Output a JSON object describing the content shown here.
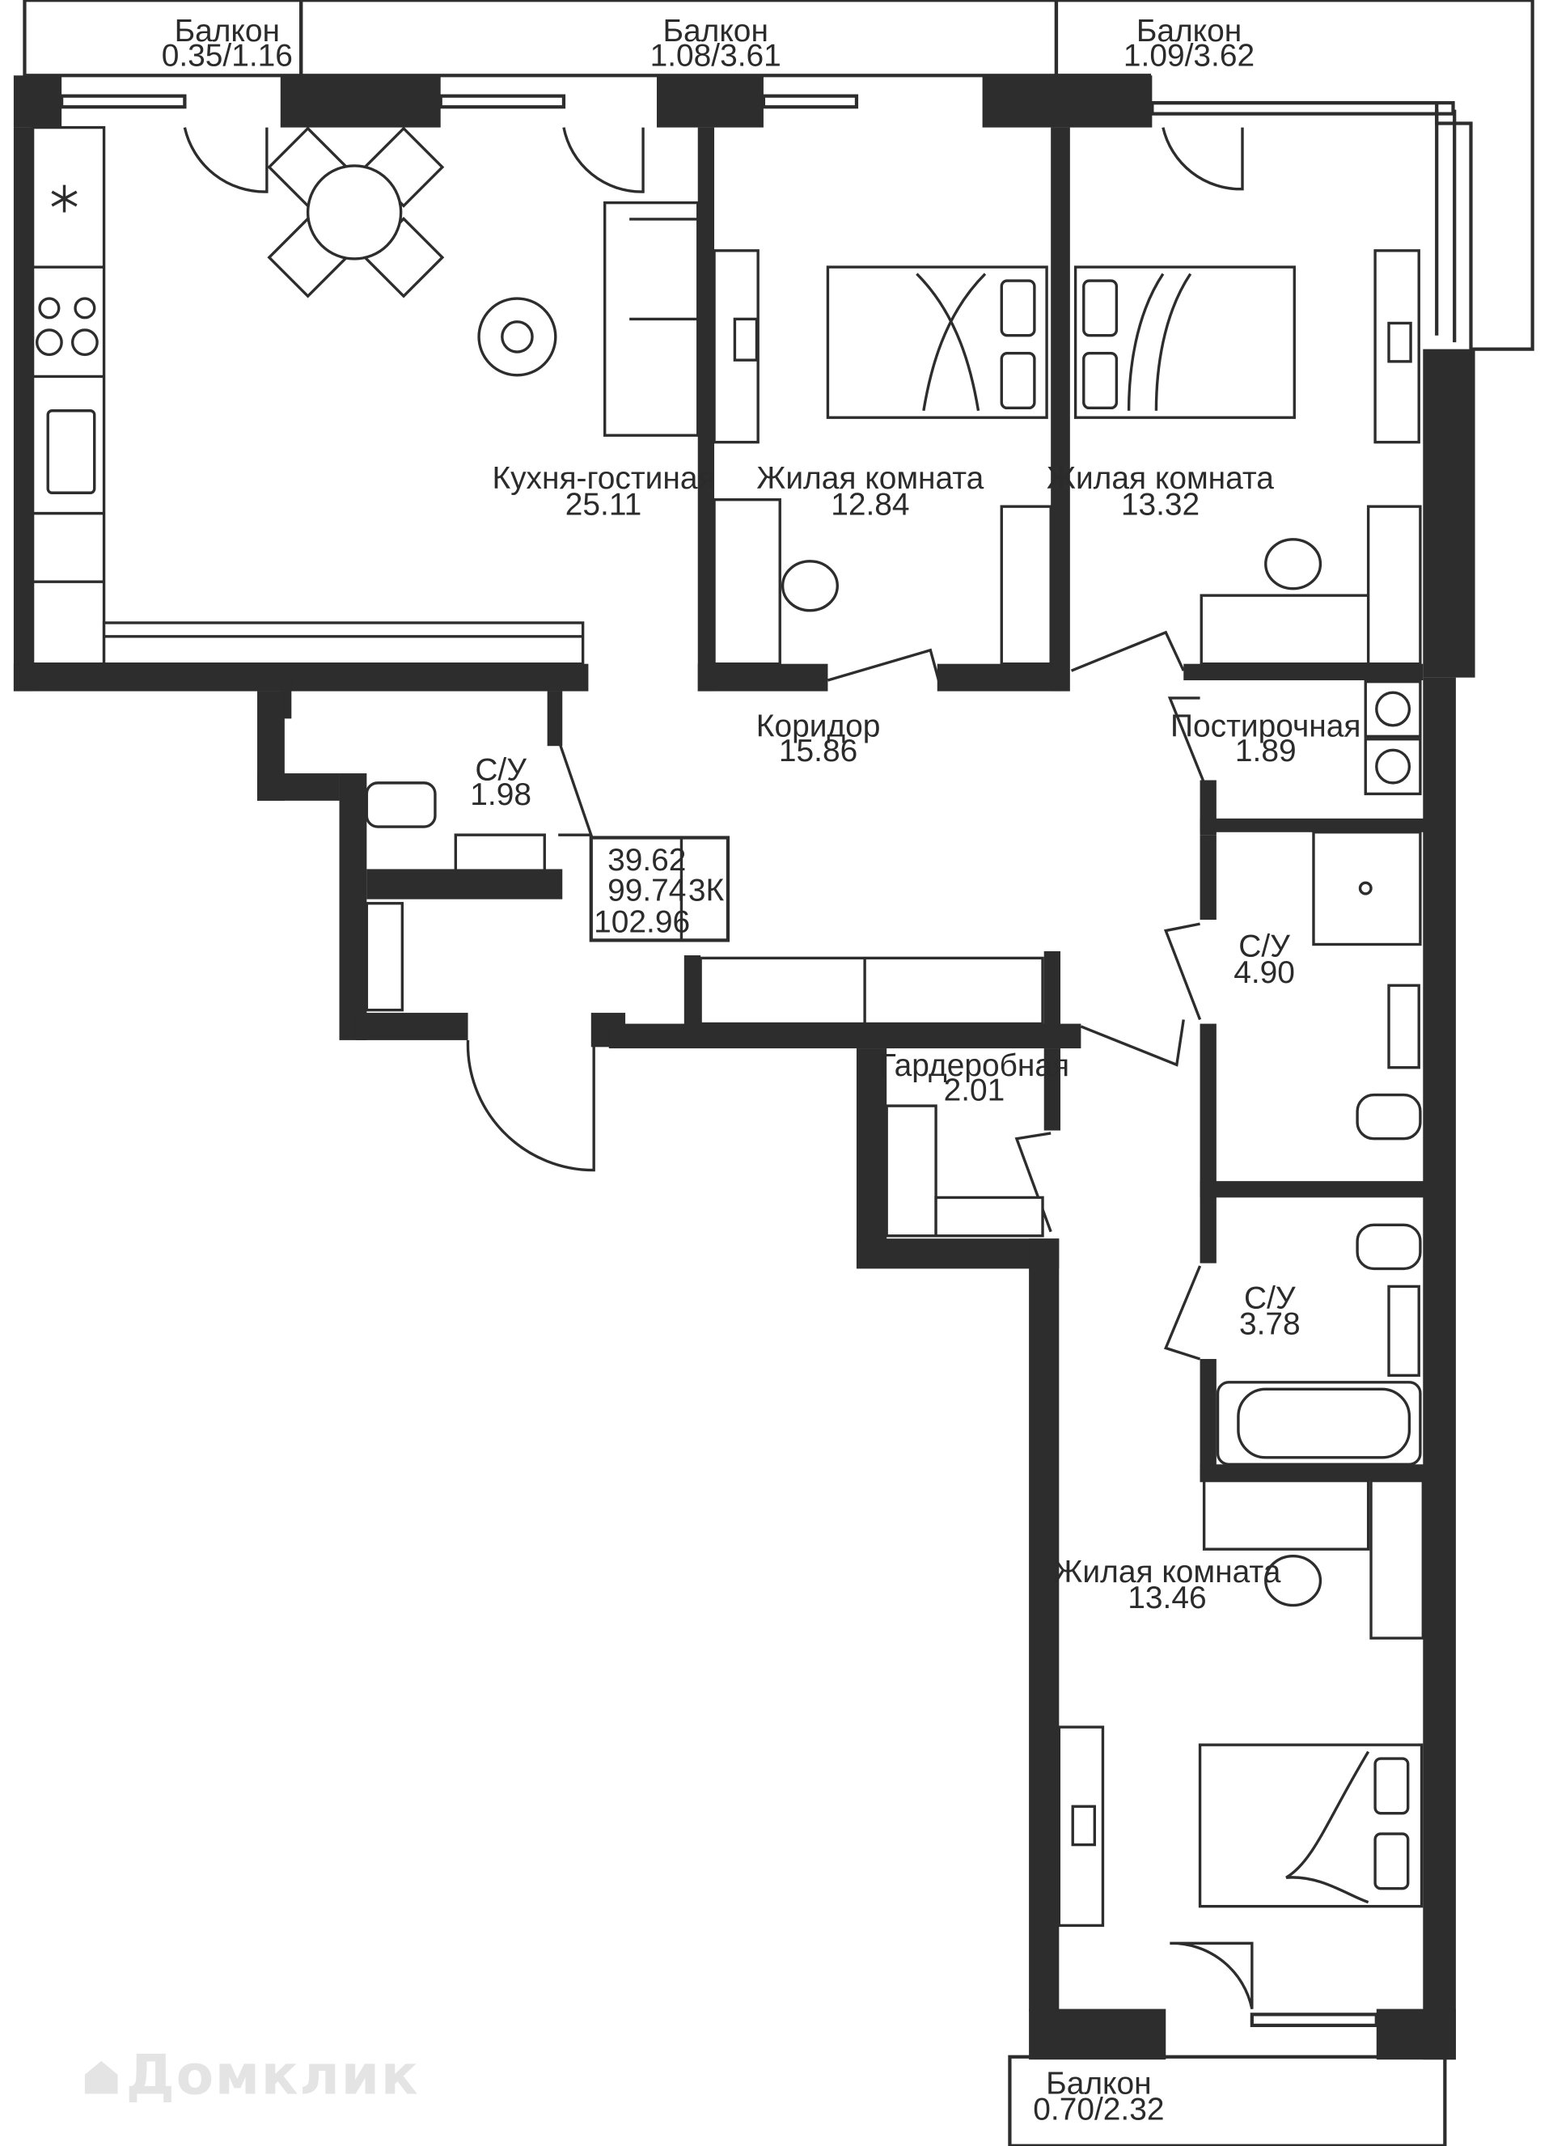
{
  "watermark": "Домклик",
  "summary": {
    "living_area": "39.62",
    "total_area": "99.74",
    "total_with_balconies": "102.96",
    "rooms_code": "3К"
  },
  "rooms": {
    "balcony_1": {
      "name": "Балкон",
      "area": "0.35/1.16"
    },
    "balcony_2": {
      "name": "Балкон",
      "area": "1.08/3.61"
    },
    "balcony_3": {
      "name": "Балкон",
      "area": "1.09/3.62"
    },
    "balcony_4": {
      "name": "Балкон",
      "area": "0.70/2.32"
    },
    "kitchen_living": {
      "name": "Кухня-гостиная",
      "area": "25.11"
    },
    "bedroom_1": {
      "name": "Жилая комната",
      "area": "12.84"
    },
    "bedroom_2": {
      "name": "Жилая комната",
      "area": "13.32"
    },
    "bedroom_3": {
      "name": "Жилая комната",
      "area": "13.46"
    },
    "corridor": {
      "name": "Коридор",
      "area": "15.86"
    },
    "laundry": {
      "name": "Постирочная",
      "area": "1.89"
    },
    "bathroom_1": {
      "name": "С/У",
      "area": "1.98"
    },
    "bathroom_2": {
      "name": "С/У",
      "area": "4.90"
    },
    "bathroom_3": {
      "name": "С/У",
      "area": "3.78"
    },
    "wardrobe": {
      "name": "Гардеробная",
      "area": "2.01"
    }
  }
}
